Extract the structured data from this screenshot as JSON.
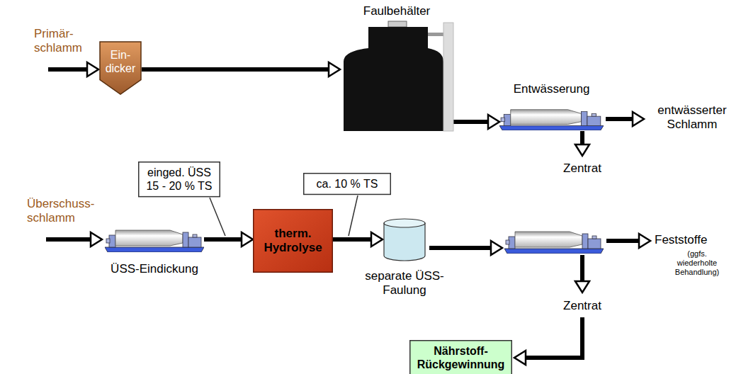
{
  "diagram": {
    "nodes": [
      {
        "text": [
          "Ein- dicker"
        ]
      },
      {
        "text": [
          "Faulbehälter"
        ]
      },
      {
        "text": [
          "Entwässerung"
        ]
      },
      {
        "text": [
          "einged. ÜSS 15 - 20 % TS"
        ]
      },
      {
        "text": [
          "ca. 10 % TS"
        ]
      },
      {
        "text": [
          "ÜSS-Eindickung"
        ]
      },
      {
        "text": [
          "therm. Hydrolyse"
        ]
      },
      {
        "text": [
          "separate ÜSS-Faulung"
        ]
      },
      {
        "text": [
          "Nährstoff- Rückgewinnung"
        ]
      }
    ],
    "edges": [
      {
        "from": 0,
        "to": 1,
        "arrow": "to"
      },
      {
        "from": 1,
        "to": 2,
        "arrow": "to"
      },
      {
        "from": 5,
        "to": 6,
        "arrow": "to"
      },
      {
        "from": 6,
        "to": 7,
        "arrow": "to"
      }
    ],
    "labels": [
      "Primär- schlamm",
      "Überschuss- schlamm",
      "entwässerter Schlamm",
      "Zentrat",
      "Feststoffe",
      "(ggfs. wiederholte Behandlung)",
      "Zentrat"
    ]
  }
}
